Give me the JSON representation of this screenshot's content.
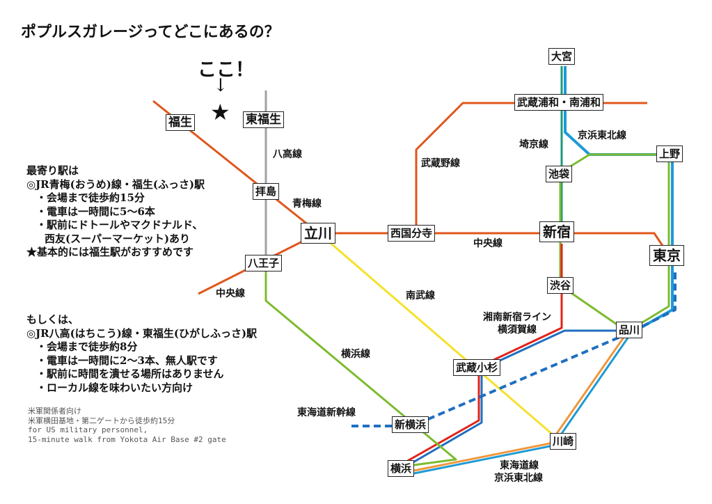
{
  "title": "ポプルスガレージってどこにあるの？",
  "marker": {
    "label": "ここ！",
    "arrow": "↓",
    "star": "★"
  },
  "stations": {
    "fussa": "福生",
    "higashi_fussa": "東福生",
    "haijima": "拝島",
    "tachikawa": "立川",
    "hachioji": "八王子",
    "nishi_kokubunji": "西国分寺",
    "shinjuku": "新宿",
    "omiya": "大宮",
    "musashi_urawa": "武蔵浦和・南浦和",
    "ueno": "上野",
    "ikebukuro": "池袋",
    "tokyo": "東京",
    "shibuya": "渋谷",
    "shinagawa": "品川",
    "musashi_kosugi": "武蔵小杉",
    "shin_yokohama": "新横浜",
    "kawasaki": "川崎",
    "yokohama": "横浜"
  },
  "lines": {
    "hachiko": "八高線",
    "ome": "青梅線",
    "chuo_west": "中央線",
    "chuo_east": "中央線",
    "musashino": "武蔵野線",
    "saikyo": "埼京線",
    "keihin_north": "京浜東北線",
    "nambu": "南武線",
    "shonan1": "湘南新宿ライン",
    "shonan2": "横須賀線",
    "yokohama": "横浜線",
    "shinkansen": "東海道新幹線",
    "tokaido1": "東海道線",
    "tokaido2": "京浜東北線"
  },
  "notes1": [
    "最寄り駅は",
    "◎JR青梅(おうめ)線・福生(ふっさ)駅",
    "・会場まで徒歩約15分",
    "・電車は一時間に5～6本",
    "・駅前にドトールやマクドナルド、",
    "西友(スーパーマーケット)あり",
    "★基本的には福生駅がおすすめです"
  ],
  "notes2": [
    "もしくは、",
    "◎JR八高(はちこう)線・東福生(ひがしふっさ)駅",
    "・会場まで徒歩約8分",
    "・電車は一時間に2～3本、無人駅です",
    "・駅前に時間を潰せる場所はありません",
    "・ローカル線を味わいたい方向け"
  ],
  "footnote": [
    "米軍関係者向け",
    "米軍横田基地・第二ゲートから徒歩約15分",
    "for US military personnel,",
    "15-minute walk from Yokota Air Base #2 gate"
  ],
  "colors": {
    "chuo": "#e0561b",
    "hachiko": "#a0a0a0",
    "keihin": "#1e9ad6",
    "saikyo": "#1a9a7a",
    "yamanote": "#7dbb2e",
    "shonan": "#e2231a",
    "yokosuka": "#1f6fc0",
    "nambu": "#f5e12a",
    "tokaido": "#f0963a",
    "shinkansen": "#1f6fc0"
  }
}
